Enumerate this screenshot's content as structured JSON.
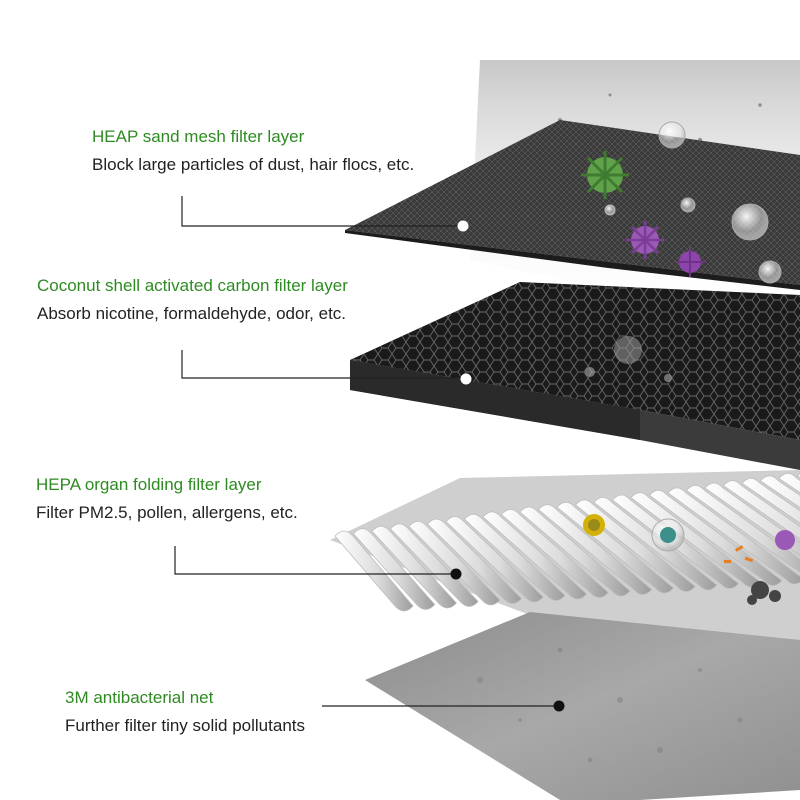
{
  "colors": {
    "title": "#2e8b22",
    "description": "#222222",
    "leader_line": "#222222"
  },
  "layers": [
    {
      "title": "HEAP sand mesh filter layer",
      "description": "Block large particles of dust, hair flocs, etc."
    },
    {
      "title": "Coconut shell activated carbon filter layer",
      "description": "Absorb nicotine, formaldehyde, odor, etc."
    },
    {
      "title": "HEPA organ folding filter layer",
      "description": "Filter PM2.5, pollen, allergens, etc."
    },
    {
      "title": "3M antibacterial net",
      "description": "Further filter tiny solid pollutants"
    }
  ]
}
